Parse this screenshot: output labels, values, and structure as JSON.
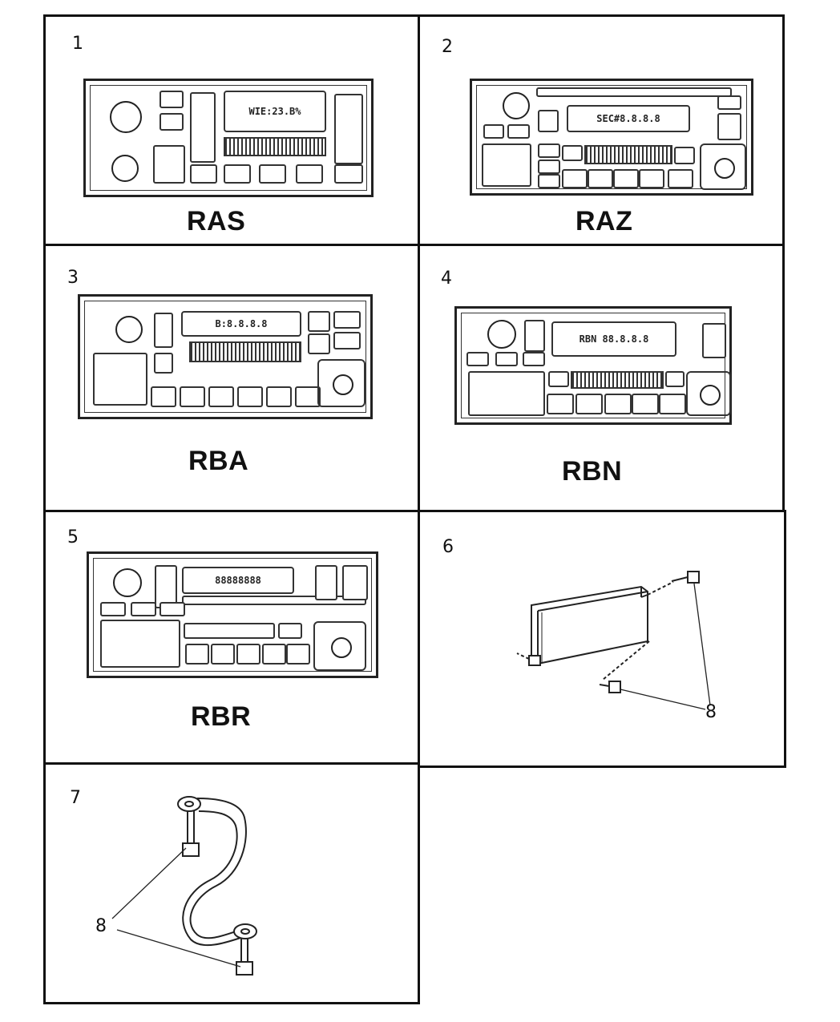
{
  "cells": [
    {
      "number": "1",
      "model": "RAS",
      "display_text": "WIE:23.B%"
    },
    {
      "number": "2",
      "model": "RAZ",
      "display_text": "SEC#8.8.8.8"
    },
    {
      "number": "3",
      "model": "RBA",
      "display_text": "B:8.8.8.8"
    },
    {
      "number": "4",
      "model": "RBN",
      "display_text": "RBN 88.8.8.8"
    },
    {
      "number": "5",
      "model": "RBR",
      "display_text": "88888888"
    },
    {
      "number": "6"
    },
    {
      "number": "7"
    }
  ],
  "callouts": {
    "cell6": "8",
    "cell7": "8"
  }
}
